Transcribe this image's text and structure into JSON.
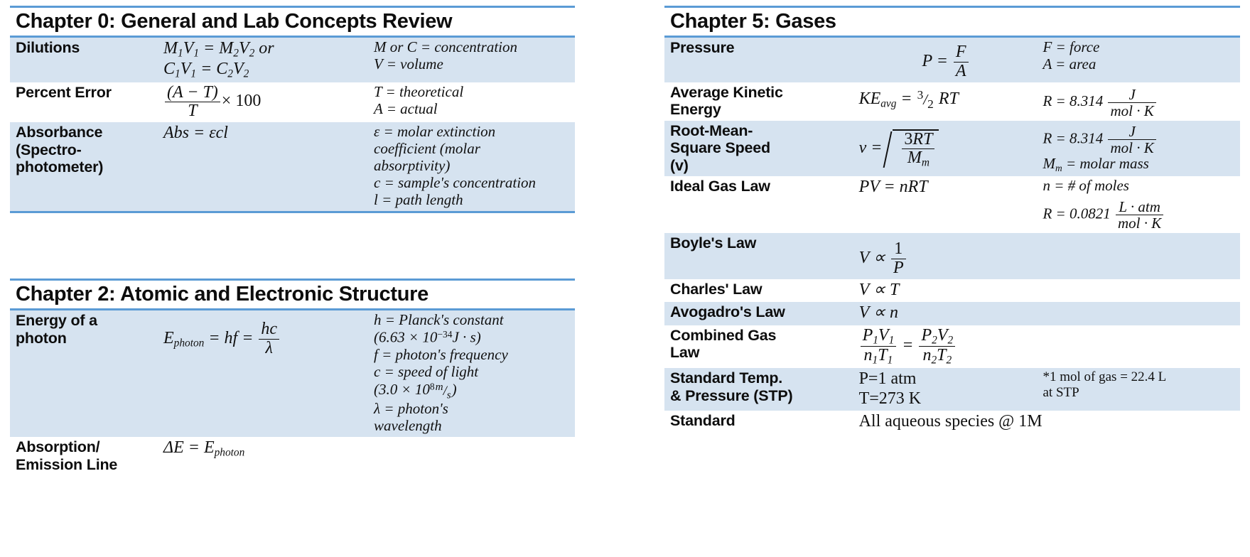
{
  "colors": {
    "rule": "#5b9bd5",
    "shade": "#d6e3f0",
    "text": "#0d0d0d"
  },
  "tables": {
    "chapter0": {
      "title": "Chapter 0: General and Lab Concepts Review",
      "rows": [
        {
          "name": "Dilutions",
          "formula_lines": [
            "M₁V₁ = M₂V₂ or",
            "C₁V₁ = C₂V₂"
          ],
          "desc_lines": [
            "M or C = concentration",
            "V = volume"
          ]
        },
        {
          "name": "Percent Error",
          "formula_lines": [
            "(A − T) / T × 100"
          ],
          "desc_lines": [
            "T = theoretical",
            "A = actual"
          ]
        },
        {
          "name": "Absorbance (Spectro-photometer)",
          "formula_lines": [
            "Abs = εcl"
          ],
          "desc_lines": [
            "ε = molar extinction",
            "coefficient (molar",
            "absorptivity)",
            "c = sample's concentration",
            "l = path length"
          ]
        }
      ]
    },
    "chapter2": {
      "title": "Chapter 2: Atomic and Electronic Structure",
      "rows": [
        {
          "name": "Energy of a photon",
          "formula_lines": [
            "E_photon = hf = hc/λ"
          ],
          "desc_lines": [
            "h = Planck's constant",
            "(6.63 × 10⁻³⁴ J · s)",
            "f = photon's frequency",
            "c = speed of light",
            "(3.0 × 10⁸ m/s)",
            "λ = photon's",
            "wavelength"
          ]
        },
        {
          "name": "Absorption/ Emission Line",
          "formula_lines": [
            "ΔE = E_photon"
          ],
          "desc_lines": []
        }
      ]
    },
    "chapter5": {
      "title": "Chapter 5: Gases",
      "rows": [
        {
          "name": "Pressure",
          "formula_lines": [
            "P = F/A"
          ],
          "desc_lines": [
            "F = force",
            "A = area"
          ]
        },
        {
          "name": "Average Kinetic Energy",
          "formula_lines": [
            "KE_avg = 3/2 RT"
          ],
          "desc_lines": [
            "R = 8.314 J/(mol · K)"
          ]
        },
        {
          "name": "Root-Mean-Square Speed (v)",
          "formula_lines": [
            "v = √(3RT / M_m)"
          ],
          "desc_lines": [
            "R = 8.314 J/(mol · K)",
            "M_m = molar mass"
          ]
        },
        {
          "name": "Ideal Gas Law",
          "formula_lines": [
            "PV = nRT"
          ],
          "desc_lines": [
            "n = # of moles",
            "R = 0.0821 L · atm/(mol · K)"
          ]
        },
        {
          "name": "Boyle's Law",
          "formula_lines": [
            "V ∝ 1/P"
          ],
          "desc_lines": []
        },
        {
          "name": "Charles' Law",
          "formula_lines": [
            "V ∝ T"
          ],
          "desc_lines": []
        },
        {
          "name": "Avogadro's Law",
          "formula_lines": [
            "V ∝ n"
          ],
          "desc_lines": []
        },
        {
          "name": "Combined Gas Law",
          "formula_lines": [
            "P₁V₁ / n₁T₁ = P₂V₂ / n₂T₂"
          ],
          "desc_lines": []
        },
        {
          "name": "Standard Temp. & Pressure (STP)",
          "formula_lines": [
            "P=1 atm",
            "T=273 K"
          ],
          "desc_lines": [
            "*1 mol of gas = 22.4 L",
            "at STP"
          ]
        },
        {
          "name": "Standard",
          "formula_lines": [
            "All aqueous species @ 1M"
          ],
          "desc_lines": []
        }
      ]
    }
  },
  "labels": {
    "ch0_title": "Chapter 0: General and Lab Concepts Review",
    "ch2_title": "Chapter 2: Atomic and Electronic Structure",
    "ch5_title": "Chapter 5: Gases",
    "dilutions": "Dilutions",
    "percent_error": "Percent Error",
    "absorbance_l1": "Absorbance",
    "absorbance_l2": "(Spectro-",
    "absorbance_l3": "photometer)",
    "energy_photon_l1": "Energy of a",
    "energy_photon_l2": "photon",
    "absorption_l1": "Absorption/",
    "absorption_l2": "Emission Line",
    "pressure": "Pressure",
    "avg_ke_l1": "Average Kinetic",
    "avg_ke_l2": "Energy",
    "rms_l1": "Root-Mean-",
    "rms_l2": "Square Speed",
    "rms_l3": "(v)",
    "ideal_gas": "Ideal Gas Law",
    "boyle": "Boyle's Law",
    "charles": "Charles' Law",
    "avogadro": "Avogadro's Law",
    "combined_l1": "Combined Gas",
    "combined_l2": "Law",
    "stp_l1": "Standard Temp.",
    "stp_l2": "& Pressure (STP)",
    "standard": "Standard",
    "d_moc": "M or C = concentration",
    "d_v": "V = volume",
    "d_t": "T = theoretical",
    "d_a": "A = actual",
    "d_eps1": "ε = molar extinction",
    "d_eps2": "coefficient (molar",
    "d_eps3": "absorptivity)",
    "d_c": "c = sample's concentration",
    "d_l": "l = path length",
    "d_h": "h = Planck's constant",
    "d_f": "f = photon's frequency",
    "d_cs": "c = speed of light",
    "d_lam1": "λ = photon's",
    "d_lam2": "wavelength",
    "d_force": "F = force",
    "d_area": "A = area",
    "d_mm": "M",
    "d_mm_rest": " = molar mass",
    "d_n": "n = # of moles",
    "f_abs": "Abs = εcl",
    "f_pv": "PV = nRT",
    "f_p1atm": "P=1 atm",
    "f_t273": "T=273 K",
    "f_aqueous": "All aqueous species @ 1M",
    "d_stp1": "*1 mol of gas = 22.4 L",
    "d_stp2": "at STP",
    "x100": "× 100",
    "r8314": "R = 8.314",
    "r0821": "R = 0.0821",
    "val663": "(6.63 × 10",
    "val663b": "J · s)",
    "val30": "(3.0 × 10",
    "exp_34": "−34",
    "exp_8": "8"
  }
}
